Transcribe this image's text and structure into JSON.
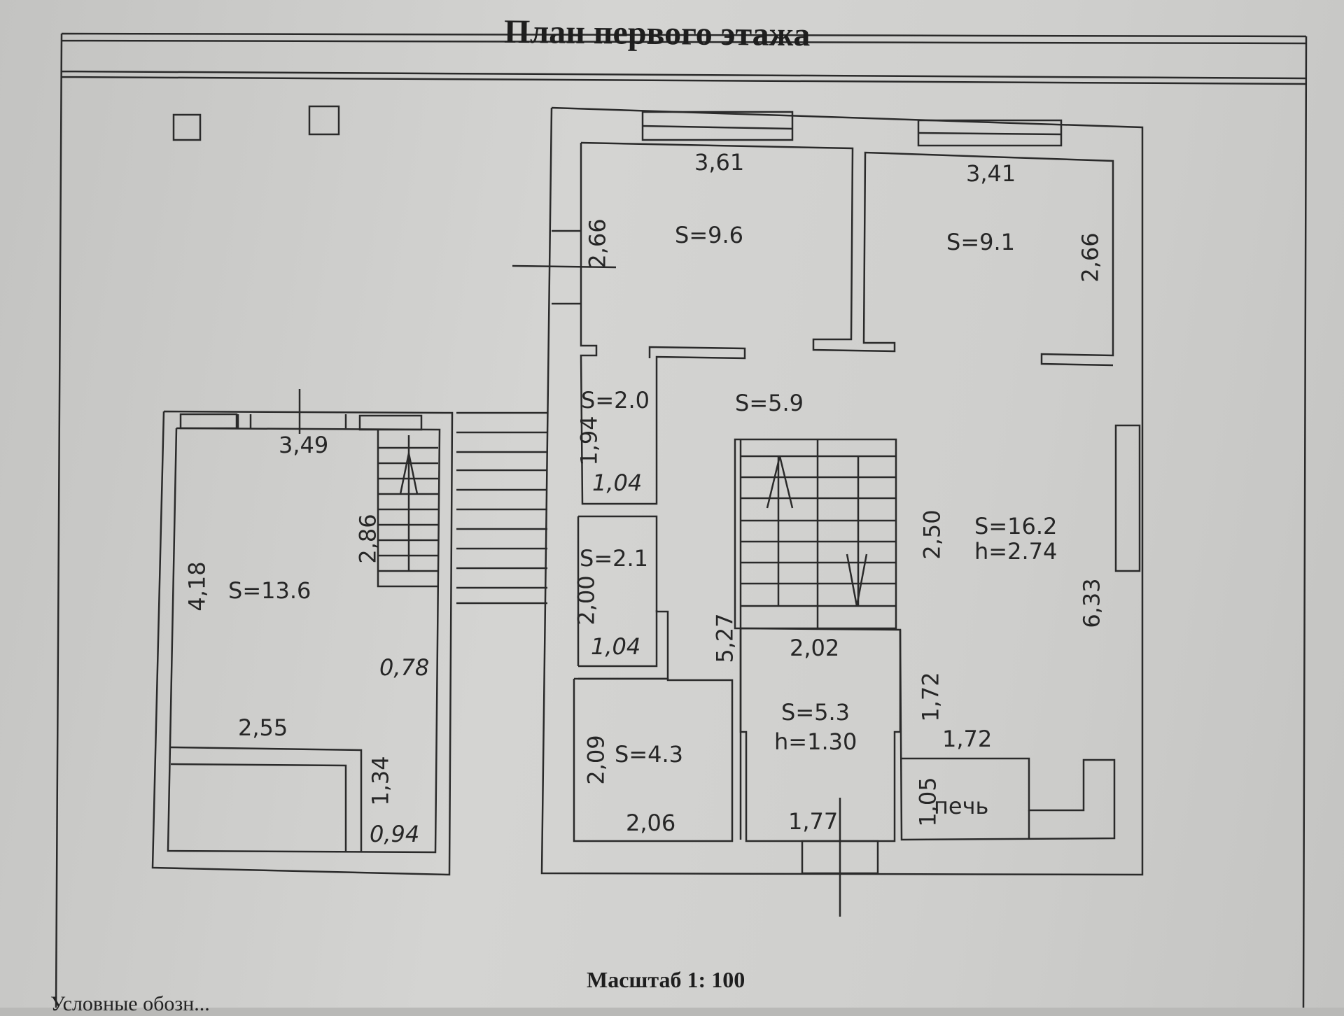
{
  "document": {
    "title": "План первого этажа",
    "scale": "Масштаб 1: 100",
    "legend_partial": "Условные обозн..."
  },
  "rooms": [
    {
      "id": "room-top-left",
      "area": "S=9.6",
      "width": "3,61",
      "length": "2,66"
    },
    {
      "id": "room-top-right",
      "area": "S=9.1",
      "width": "3,41",
      "length": "2,66"
    },
    {
      "id": "hall",
      "area": "S=5.9"
    },
    {
      "id": "closet-1",
      "area": "S=2.0",
      "length": "1,94",
      "width": "1,04"
    },
    {
      "id": "closet-2",
      "area": "S=2.1",
      "length": "2,00",
      "width": "1,04"
    },
    {
      "id": "room-small",
      "area": "S=4.3",
      "length": "2,09",
      "width": "2,06"
    },
    {
      "id": "room-under-stairs",
      "area": "S=5.3",
      "height": "h=1.30",
      "width_top": "2,02",
      "width_bottom": "1,77"
    },
    {
      "id": "living-room",
      "area": "S=16.2",
      "height": "h=2.74",
      "length": "6,33",
      "stair_length": "2,50"
    },
    {
      "id": "veranda",
      "area": "S=13.6",
      "width": "3,49",
      "length": "4,18",
      "stair_length": "2,86",
      "stair_width": "0,78",
      "bench_width": "2,55",
      "bench_length": "1,34",
      "gap": "0,94"
    },
    {
      "id": "stove-area",
      "width": "1,72",
      "length": "1,72",
      "stove_length": "1,05",
      "stove_label": "печь"
    }
  ],
  "corridor_length": "5,27"
}
